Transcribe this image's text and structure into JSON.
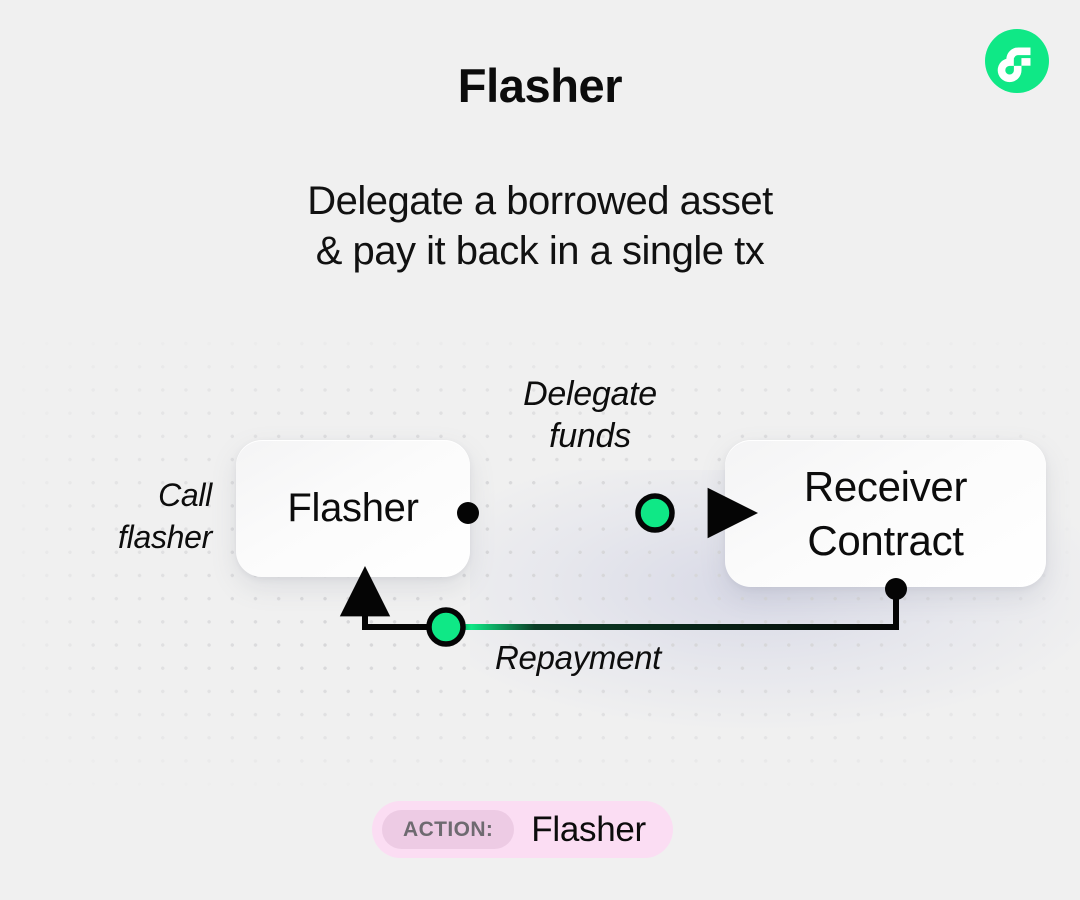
{
  "header": {
    "title": "Flasher",
    "subtitle_lines": [
      "Delegate a borrowed asset",
      "& pay it back in a single tx"
    ],
    "logo_icon": "flow-logo-icon"
  },
  "diagram": {
    "nodes": [
      {
        "id": "flasher",
        "label_lines": [
          "Flasher"
        ]
      },
      {
        "id": "receiver",
        "label_lines": [
          "Receiver",
          "Contract"
        ]
      }
    ],
    "edges": [
      {
        "id": "delegate",
        "from": "flasher",
        "to": "receiver",
        "label_lines": [
          "Delegate",
          "funds"
        ],
        "direction": "left-to-right",
        "marker": "arrowhead",
        "has_token_dot": true
      },
      {
        "id": "repayment",
        "from": "receiver",
        "to": "flasher",
        "label_lines": [
          "Repayment"
        ],
        "direction": "right-to-left",
        "marker": "arrowhead",
        "has_token_dot": true
      }
    ],
    "side_label_lines": [
      "Call",
      "flasher"
    ]
  },
  "footer": {
    "action_label": "ACTION:",
    "action_value": "Flasher"
  },
  "colors": {
    "background": "#f0f0f0",
    "accent_green": "#0fe886",
    "wire": "#050505",
    "card": "#ffffff",
    "badge_bg": "#fbddf3",
    "badge_chip_bg": "#edcbe4",
    "badge_chip_text": "#6e6a70",
    "text": "#0c0c0c",
    "dot_grid": "#d7d7d9"
  }
}
